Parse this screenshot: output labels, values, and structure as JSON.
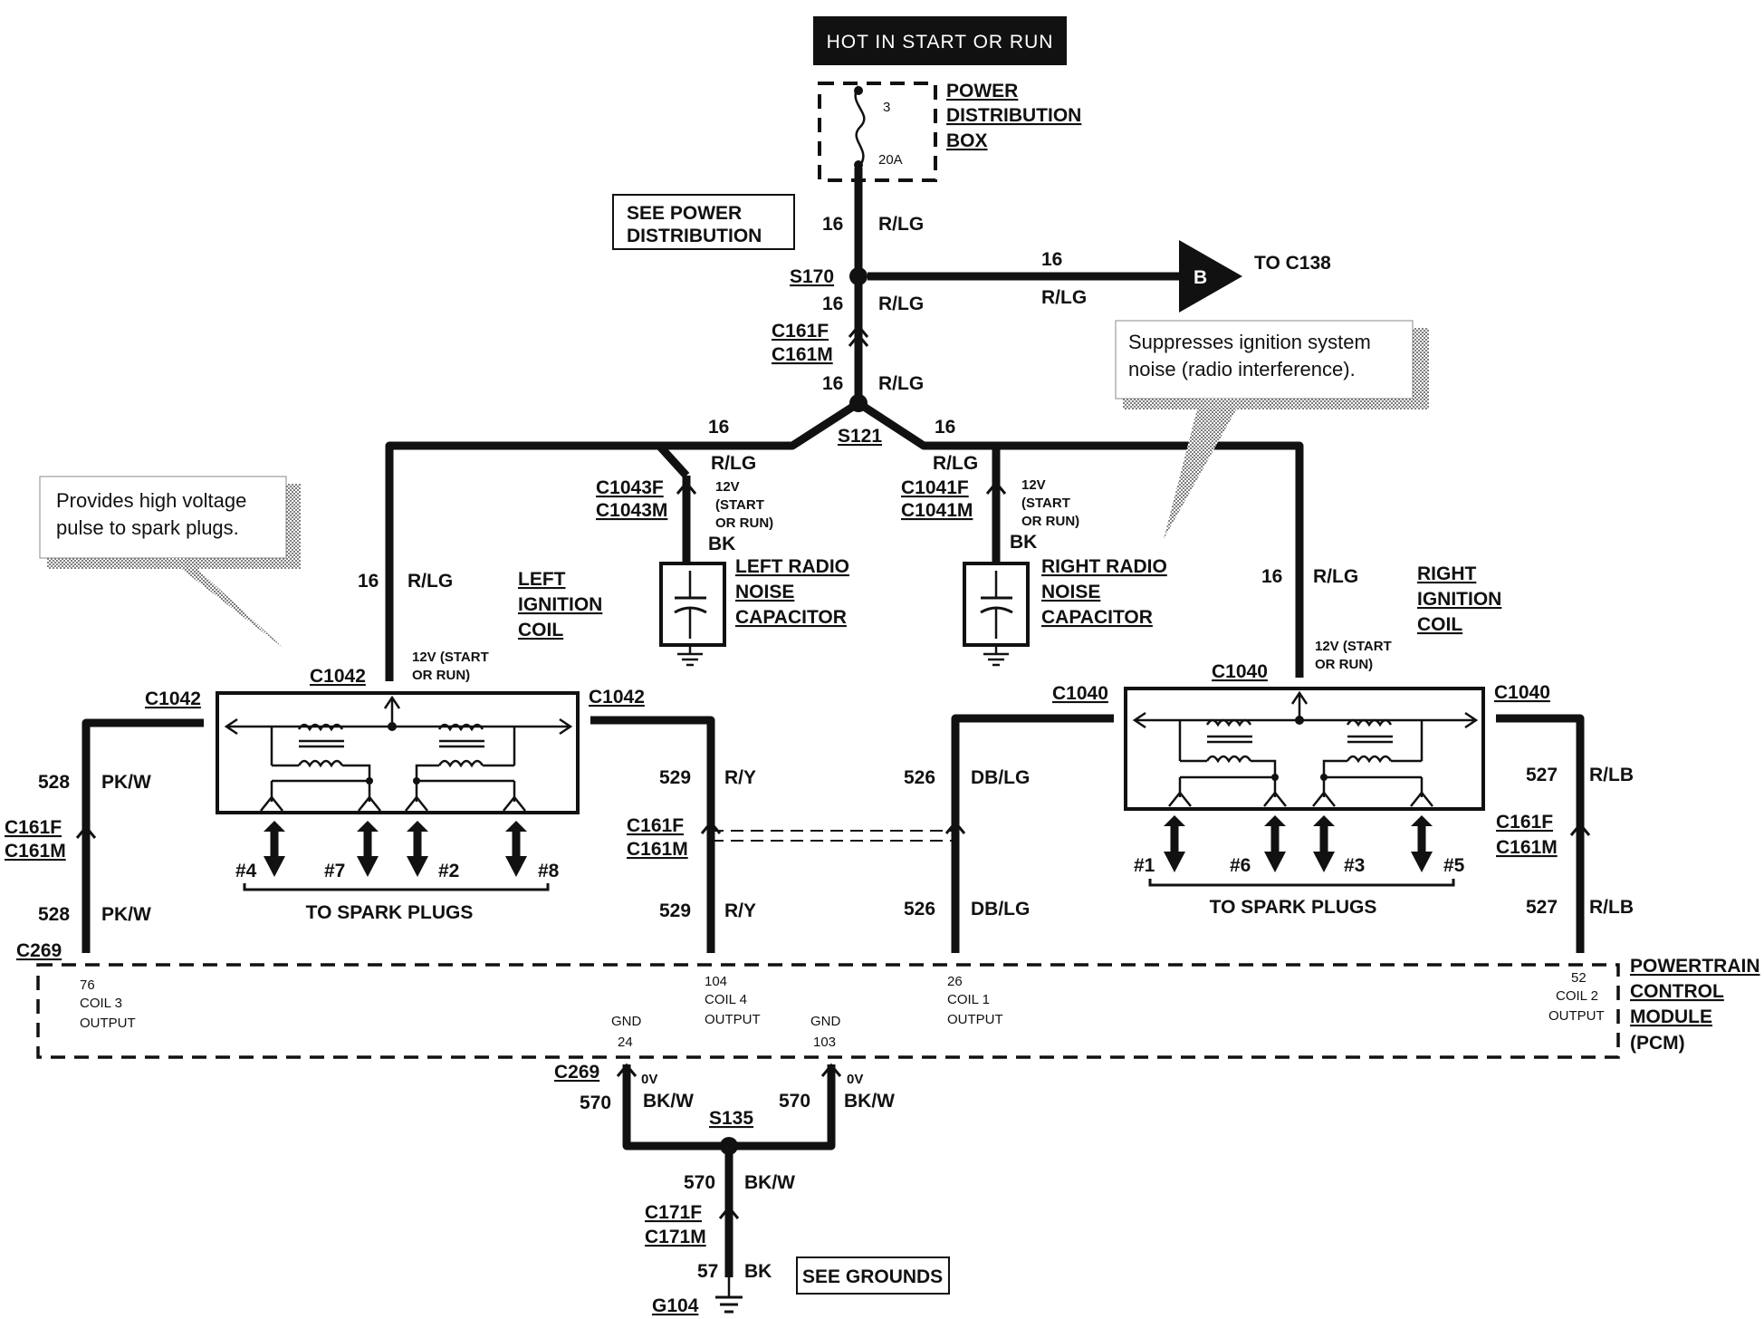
{
  "header": {
    "hot_label": "HOT IN START OR RUN"
  },
  "power_box": {
    "title_lines": [
      "POWER",
      "DISTRIBUTION",
      "BOX"
    ],
    "fuse_number": "3",
    "fuse_rating": "20A"
  },
  "see_power": [
    "SEE POWER",
    "DISTRIBUTION"
  ],
  "see_grounds": "SEE GROUNDS",
  "notes": {
    "coil": [
      "Provides high voltage",
      "pulse to spark plugs."
    ],
    "capacitor": [
      "Suppresses ignition system",
      "noise (radio interference)."
    ]
  },
  "connectors": {
    "s170": "S170",
    "s121": "S121",
    "s135": "S135",
    "c161f": "C161F",
    "c161m": "C161M",
    "c1043f": "C1043F",
    "c1043m": "C1043M",
    "c1041f": "C1041F",
    "c1041m": "C1041M",
    "c1042": "C1042",
    "c1040": "C1040",
    "c269": "C269",
    "c171f": "C171F",
    "c171m": "C171M",
    "g104": "G104",
    "to_c138": "TO C138",
    "b": "B"
  },
  "wires": {
    "gauge16": "16",
    "rlg": "R/LG",
    "bk": "BK",
    "c528": "528",
    "pkw": "PK/W",
    "c529": "529",
    "ry": "R/Y",
    "c526": "526",
    "dblg": "DB/LG",
    "c527": "527",
    "rlb": "R/LB",
    "c570": "570",
    "bkw": "BK/W",
    "c57": "57"
  },
  "voltage": {
    "v12": "12V",
    "start": "(START",
    "or_run": "OR RUN)",
    "v12_start": "12V (START",
    "zero_v": "0V"
  },
  "left_cap": [
    "LEFT RADIO",
    "NOISE",
    "CAPACITOR"
  ],
  "right_cap": [
    "RIGHT RADIO",
    "NOISE",
    "CAPACITOR"
  ],
  "left_coil": [
    "LEFT",
    "IGNITION",
    "COIL"
  ],
  "right_coil": [
    "RIGHT",
    "IGNITION",
    "COIL"
  ],
  "spark_left": [
    "#4",
    "#7",
    "#2",
    "#8"
  ],
  "spark_right": [
    "#1",
    "#6",
    "#3",
    "#5"
  ],
  "to_spark": "TO SPARK PLUGS",
  "pcm": {
    "title_lines": [
      "POWERTRAIN",
      "CONTROL",
      "MODULE",
      "(PCM)"
    ],
    "pin76": [
      "76",
      "COIL 3",
      "OUTPUT"
    ],
    "pin104": [
      "104",
      "COIL 4",
      "OUTPUT"
    ],
    "pin26": [
      "26",
      "COIL 1",
      "OUTPUT"
    ],
    "pin52": [
      "52",
      "COIL 2",
      "OUTPUT"
    ],
    "gnd24": [
      "GND",
      "24"
    ],
    "gnd103": [
      "GND",
      "103"
    ]
  }
}
